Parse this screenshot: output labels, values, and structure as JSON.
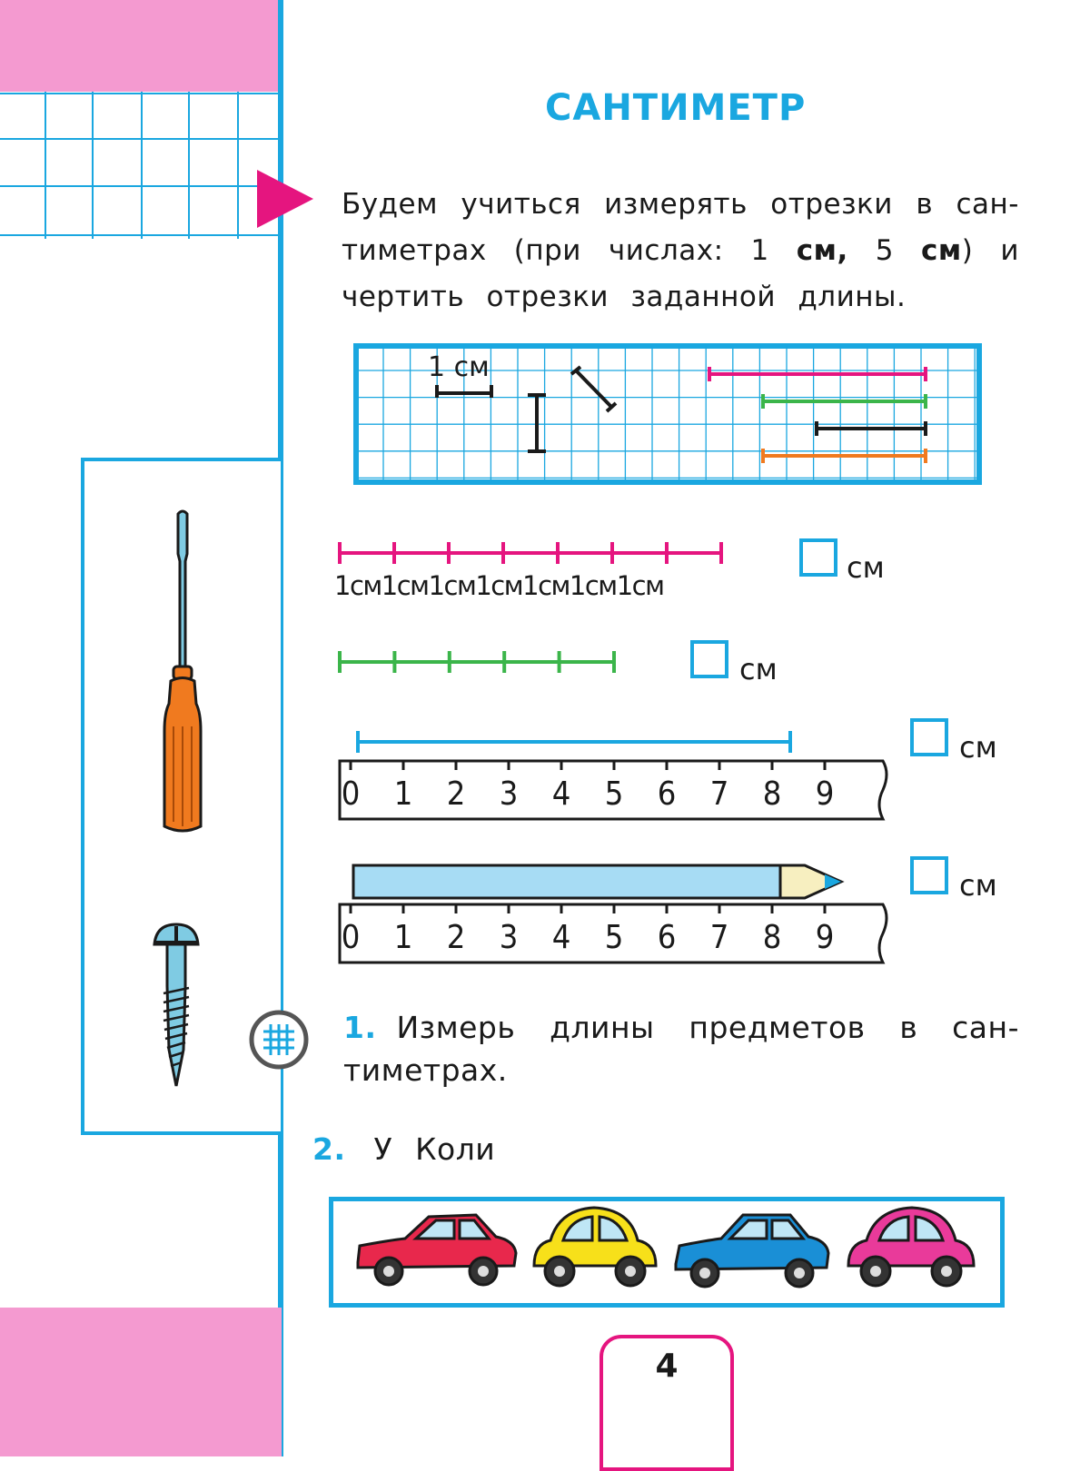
{
  "page": {
    "title": "САНТИМЕТР",
    "page_number": "4"
  },
  "intro": {
    "line1": "Будем учиться измерять отрезки в сан-",
    "line2_pre": "тиметрах (при числах: 1 ",
    "line2_b1": "см,",
    "line2_mid": " 5 ",
    "line2_b2": "см",
    "line2_post": ") и",
    "line3": "чертить отрезки заданной длины."
  },
  "diagram": {
    "unit_label": "1 см",
    "segment_colors": [
      "#e5157f",
      "#3bb54a",
      "#1a1a1a",
      "#f07a1f"
    ]
  },
  "exercises": [
    {
      "unit_label": "см",
      "segment_labels": [
        "1см",
        "1см",
        "1см",
        "1см",
        "1см",
        "1см",
        "1см"
      ],
      "color": "#e5157f",
      "segments": 7
    },
    {
      "unit_label": "см",
      "color": "#3bb54a",
      "segments": 5
    },
    {
      "unit_label": "см",
      "color": "#1aa7e0",
      "ruler_ticks": [
        "0",
        "1",
        "2",
        "3",
        "4",
        "5",
        "6",
        "7",
        "8",
        "9"
      ]
    },
    {
      "unit_label": "см",
      "ruler_ticks": [
        "0",
        "1",
        "2",
        "3",
        "4",
        "5",
        "6",
        "7",
        "8",
        "9"
      ]
    }
  ],
  "tasks": {
    "task1_num": "1.",
    "task1_line1": "Измерь длины предметов в сан-",
    "task1_line2": "тиметрах.",
    "task2_num": "2.",
    "task2_text": "У Коли"
  },
  "colors": {
    "blue": "#1aa7e0",
    "pink": "#f49ad0",
    "magenta": "#e5157f",
    "green": "#3bb54a",
    "orange": "#f07a1f"
  },
  "cars": [
    "red-car",
    "yellow-car",
    "blue-car",
    "pink-car"
  ]
}
